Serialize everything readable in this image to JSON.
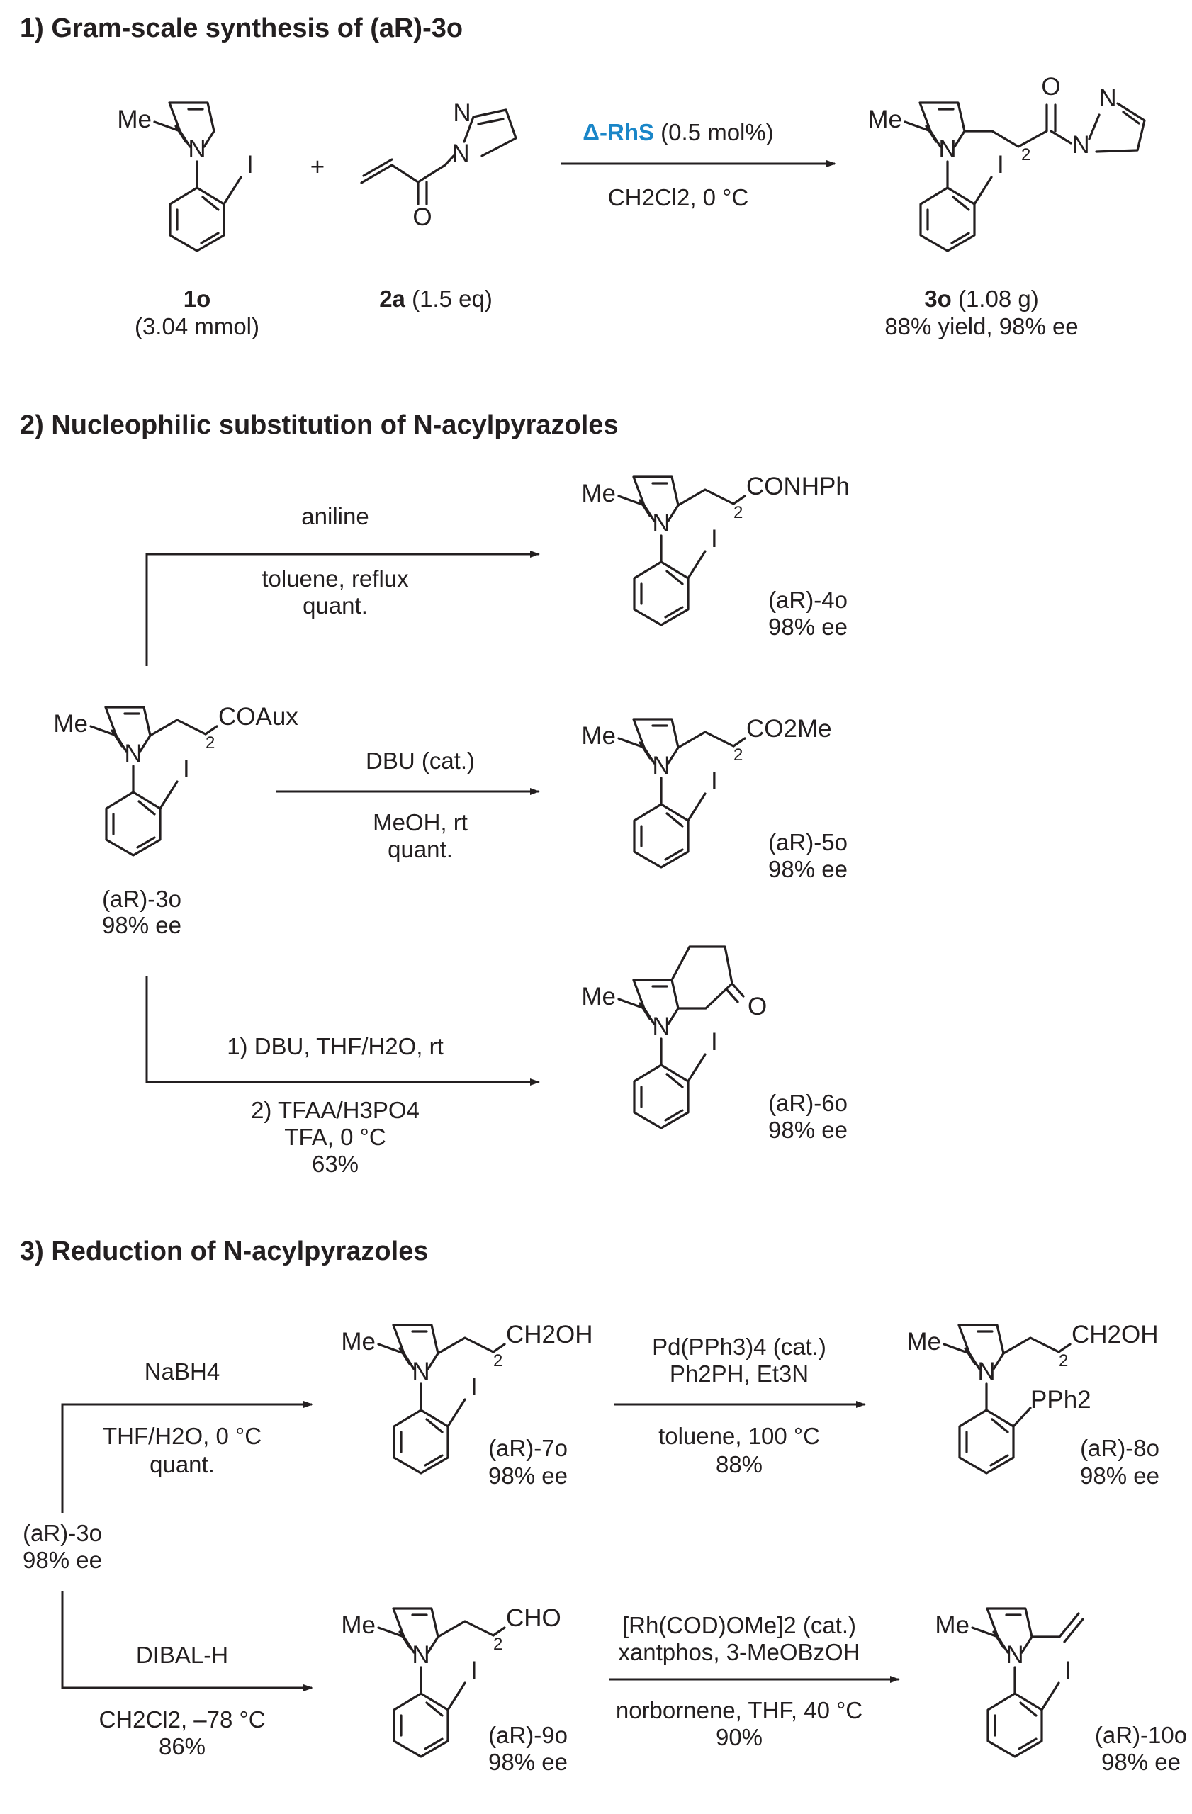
{
  "sections": [
    {
      "title": "1) Gram-scale synthesis of (aR)-3o"
    },
    {
      "title": "2) Nucleophilic substitution of N-acylpyrazoles"
    },
    {
      "title": "3) Reduction of N-acylpyrazoles"
    }
  ],
  "reaction1": {
    "catalyst": "Δ-RhS",
    "catalyst_loading": " (0.5 mol%)",
    "conditions": "CH2Cl2, 0 °C",
    "plus": "+",
    "sm1": {
      "id": "1o",
      "amount": "(3.04 mmol)"
    },
    "sm2": {
      "id": "2a",
      "amount": " (1.5 eq)"
    },
    "product": {
      "id": "3o",
      "amount": " (1.08 g)",
      "result": "88% yield, 98% ee"
    }
  },
  "reaction2": {
    "substrate": {
      "name": "(aR)-3o",
      "ee": "98% ee",
      "substituent": "COAux"
    },
    "branches": [
      {
        "reagent": "aniline",
        "conditions": "toluene, reflux",
        "yield": "quant.",
        "product": {
          "name": "(aR)-4o",
          "ee": "98% ee",
          "substituent": "CONHPh"
        }
      },
      {
        "reagent": "DBU (cat.)",
        "conditions": "MeOH, rt",
        "yield": "quant.",
        "product": {
          "name": "(aR)-5o",
          "ee": "98% ee",
          "substituent": "CO2Me"
        }
      },
      {
        "reagent": "1) DBU, THF/H2O, rt",
        "conditions": "2) TFAA/H3PO4",
        "conditions2": "TFA, 0 °C",
        "yield": "63%",
        "product": {
          "name": "(aR)-6o",
          "ee": "98% ee"
        }
      }
    ]
  },
  "reaction3": {
    "substrate": {
      "name": "(aR)-3o",
      "ee": "98% ee"
    },
    "top": {
      "reagent": "NaBH4",
      "conditions": "THF/H2O, 0 °C",
      "yield": "quant.",
      "product": {
        "name": "(aR)-7o",
        "ee": "98% ee",
        "substituent": "CH2OH"
      },
      "next": {
        "reagent1": "Pd(PPh3)4 (cat.)",
        "reagent2": "Ph2PH, Et3N",
        "conditions": "toluene, 100 °C",
        "yield": "88%",
        "product": {
          "name": "(aR)-8o",
          "ee": "98% ee",
          "substituent": "CH2OH",
          "aryl_group": "PPh2"
        }
      }
    },
    "bottom": {
      "reagent": "DIBAL-H",
      "conditions": "CH2Cl2, –78 °C",
      "yield": "86%",
      "product": {
        "name": "(aR)-9o",
        "ee": "98% ee",
        "substituent": "CHO"
      },
      "next": {
        "reagent1": "[Rh(COD)OMe]2 (cat.)",
        "reagent2": "xantphos, 3-MeOBzOH",
        "conditions": "norbornene, THF, 40 °C",
        "yield": "90%",
        "product": {
          "name": "(aR)-10o",
          "ee": "98% ee"
        }
      }
    }
  },
  "atoms": {
    "me": "Me",
    "n": "N",
    "i": "I",
    "o": "O",
    "chain_index": "2"
  }
}
